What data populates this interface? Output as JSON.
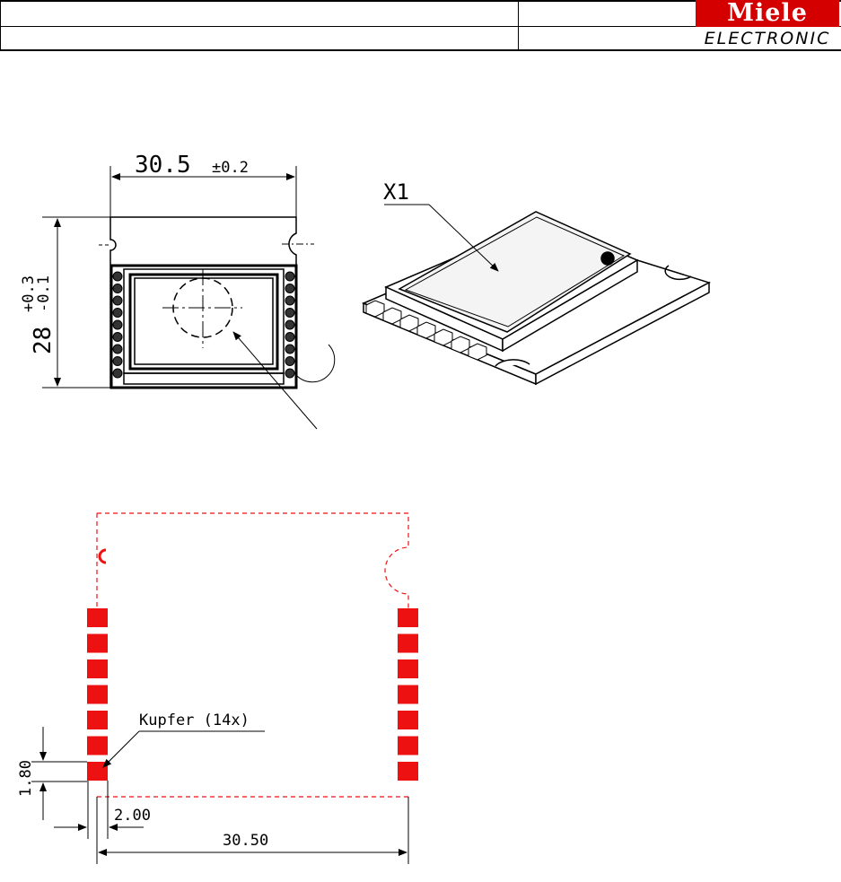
{
  "logo": {
    "brand_top": "Miele",
    "brand_bottom": "ELECTRONIC"
  },
  "module_drawing": {
    "width_dim": "30.5",
    "width_tol": "±0.2",
    "height_dim": "28",
    "height_tol_plus": "+0.3",
    "height_tol_minus": "-0.1",
    "iso_label": "X1"
  },
  "footprint": {
    "copper_label": "Kupfer (14x)",
    "pad_pitch": "1.80",
    "pad_width": "2.00",
    "overall_width": "30.50"
  },
  "colors": {
    "pad": "#ee1111",
    "outline": "#ee1111",
    "logo_red": "#d40000"
  }
}
